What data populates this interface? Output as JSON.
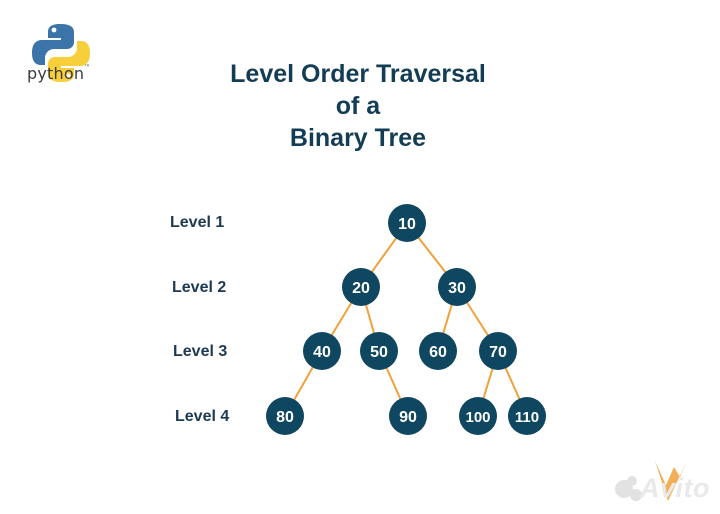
{
  "logo": {
    "name": "python"
  },
  "title": [
    "Level Order Traversal",
    "of a",
    "Binary Tree"
  ],
  "levels": [
    "Level 1",
    "Level 2",
    "Level 3",
    "Level 4"
  ],
  "tree": {
    "nodes": [
      {
        "id": "n10",
        "label": "10",
        "parent": null
      },
      {
        "id": "n20",
        "label": "20",
        "parent": "n10"
      },
      {
        "id": "n30",
        "label": "30",
        "parent": "n10"
      },
      {
        "id": "n40",
        "label": "40",
        "parent": "n20"
      },
      {
        "id": "n50",
        "label": "50",
        "parent": "n20"
      },
      {
        "id": "n60",
        "label": "60",
        "parent": "n30"
      },
      {
        "id": "n70",
        "label": "70",
        "parent": "n30"
      },
      {
        "id": "n80",
        "label": "80",
        "parent": "n40"
      },
      {
        "id": "n90",
        "label": "90",
        "parent": "n50"
      },
      {
        "id": "n100",
        "label": "100",
        "parent": "n70"
      },
      {
        "id": "n110",
        "label": "110",
        "parent": "n70"
      }
    ]
  },
  "colors": {
    "node_fill": "#0f4660",
    "node_text": "#ffffff",
    "edge": "#f0a13a",
    "title": "#133c55",
    "level_label": "#1d3a52"
  },
  "watermark": {
    "text": "Avito"
  }
}
